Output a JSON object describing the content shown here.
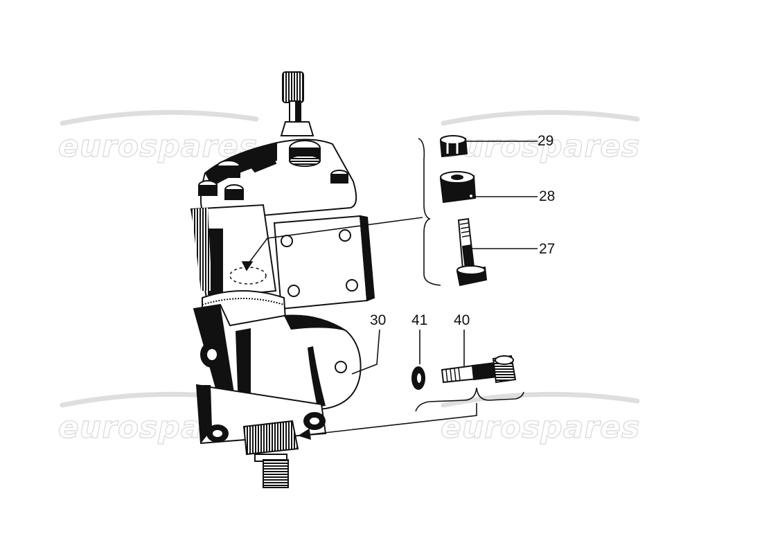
{
  "watermark": {
    "text": "eurospares",
    "color": "#dcdcdc"
  },
  "callouts": {
    "c27": "27",
    "c28": "28",
    "c29": "29",
    "c30": "30",
    "c40": "40",
    "c41": "41"
  },
  "colors": {
    "ink": "#111111",
    "paper": "#ffffff"
  }
}
